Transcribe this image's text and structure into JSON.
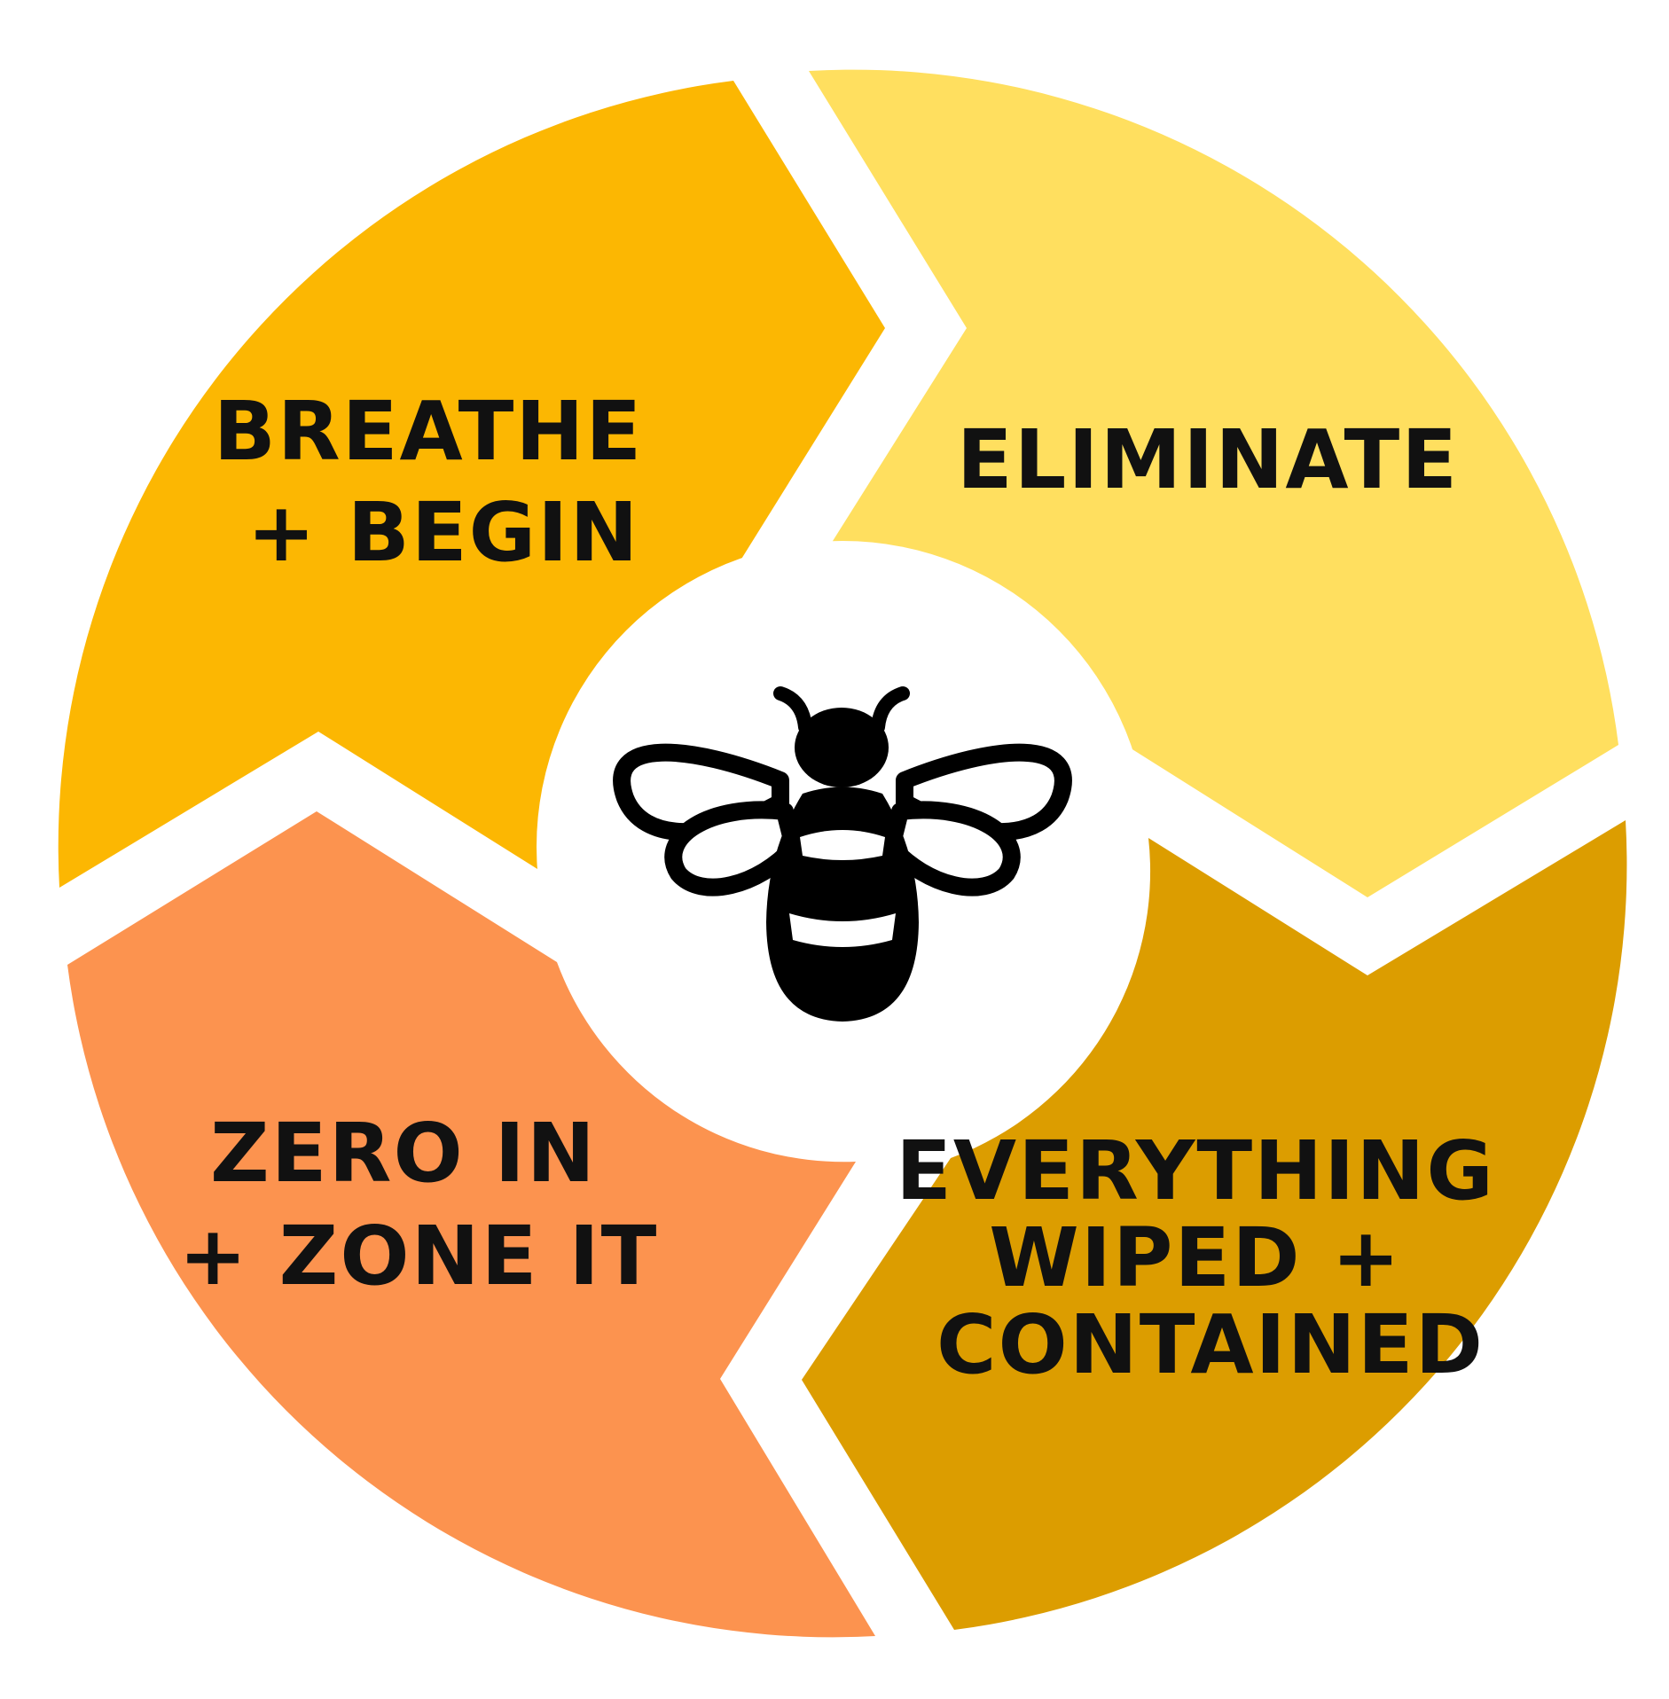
{
  "segments": [
    {
      "id": "breathe",
      "lines": [
        "BREATHE",
        "+ BEGIN"
      ],
      "color": "#FCB702"
    },
    {
      "id": "eliminate",
      "lines": [
        "ELIMINATE"
      ],
      "color": "#FFDF5F"
    },
    {
      "id": "everything",
      "lines": [
        "EVERYTHING",
        "WIPED +",
        "CONTAINED"
      ],
      "color": "#DC9D00"
    },
    {
      "id": "zero",
      "lines": [
        "ZERO IN",
        "+ ZONE IT"
      ],
      "color": "#FC934F"
    }
  ],
  "center": {
    "icon": "bee-icon",
    "background": "#ffffff"
  },
  "colors": {
    "background": "#ffffff",
    "text": "#111111",
    "icon": "#000000"
  }
}
